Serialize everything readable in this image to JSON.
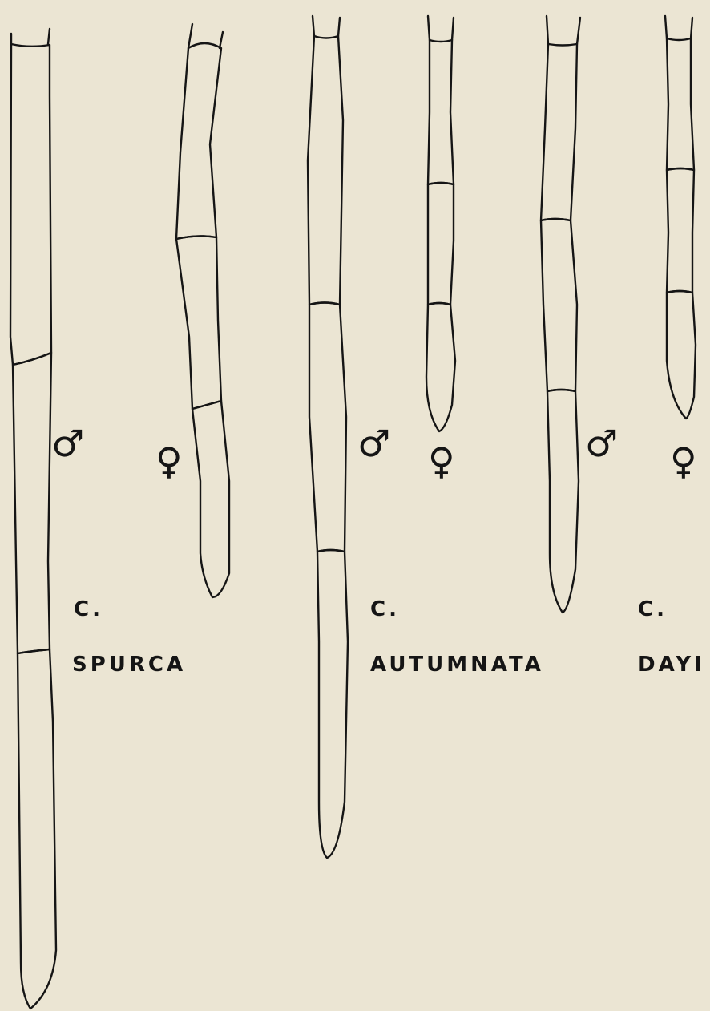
{
  "figure": {
    "species": [
      {
        "genus": "C.",
        "epithet": "SPURCA",
        "male_symbol": "♂",
        "female_symbol": "♀"
      },
      {
        "genus": "C.",
        "epithet": "AUTUMNATA",
        "male_symbol": "♂",
        "female_symbol": "♀"
      },
      {
        "genus": "C.",
        "epithet": "DAYI",
        "male_symbol": "♂",
        "female_symbol": "♀"
      }
    ]
  },
  "style": {
    "ink": "#151515",
    "paper": "#ebe5d3"
  }
}
